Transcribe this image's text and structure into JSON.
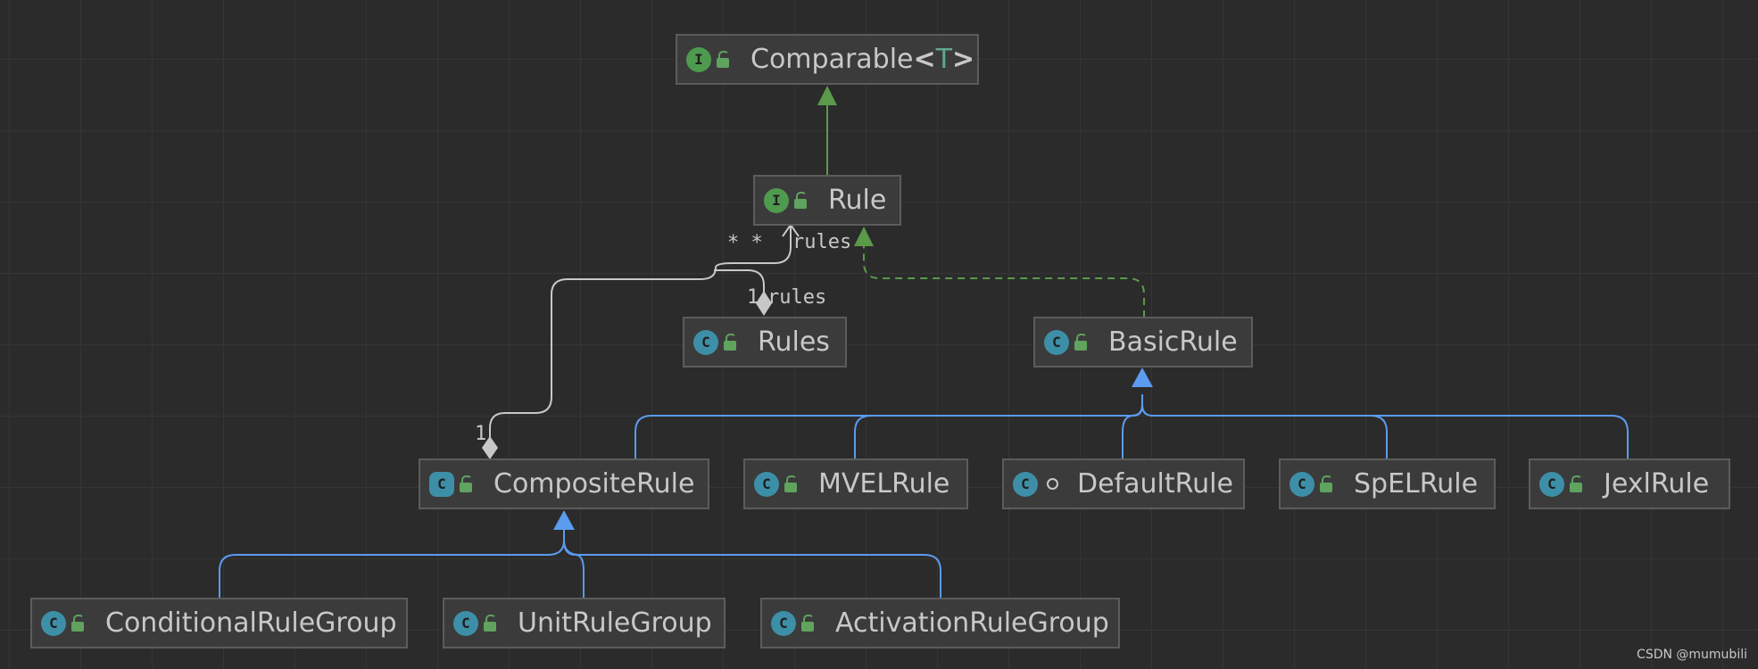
{
  "diagram": {
    "nodes": {
      "comparable": {
        "kind": "I",
        "visibility": "public",
        "label_pre": "Comparable",
        "lt": "<",
        "type_param": "T",
        "gt": ">"
      },
      "rule": {
        "kind": "I",
        "visibility": "public",
        "label": "Rule"
      },
      "rules": {
        "kind": "C",
        "visibility": "public",
        "label": "Rules"
      },
      "basic_rule": {
        "kind": "C",
        "visibility": "public",
        "label": "BasicRule"
      },
      "composite_rule": {
        "kind": "C",
        "visibility": "public",
        "label": "CompositeRule"
      },
      "mvel_rule": {
        "kind": "C",
        "visibility": "public",
        "label": "MVELRule"
      },
      "default_rule": {
        "kind": "C",
        "visibility": "package-private",
        "label": "DefaultRule"
      },
      "spel_rule": {
        "kind": "C",
        "visibility": "public",
        "label": "SpELRule"
      },
      "jexl_rule": {
        "kind": "C",
        "visibility": "public",
        "label": "JexlRule"
      },
      "conditional_rule_group": {
        "kind": "C",
        "visibility": "public",
        "label": "ConditionalRuleGroup"
      },
      "unit_rule_group": {
        "kind": "C",
        "visibility": "public",
        "label": "UnitRuleGroup"
      },
      "activation_rule_group": {
        "kind": "C",
        "visibility": "public",
        "label": "ActivationRuleGroup"
      }
    },
    "edge_labels": {
      "rule_multiplicity": "* *",
      "rule_role": "rules",
      "rules_multiplicity": "1",
      "rules_role": "rules",
      "composite_multiplicity": "1"
    },
    "colors": {
      "extends_interface": "#5a9a4a",
      "implements": "#5a9a4a",
      "extends_class": "#5b9bf0",
      "aggregation": "#c8c8c8"
    }
  },
  "watermark": "CSDN @mumubili"
}
